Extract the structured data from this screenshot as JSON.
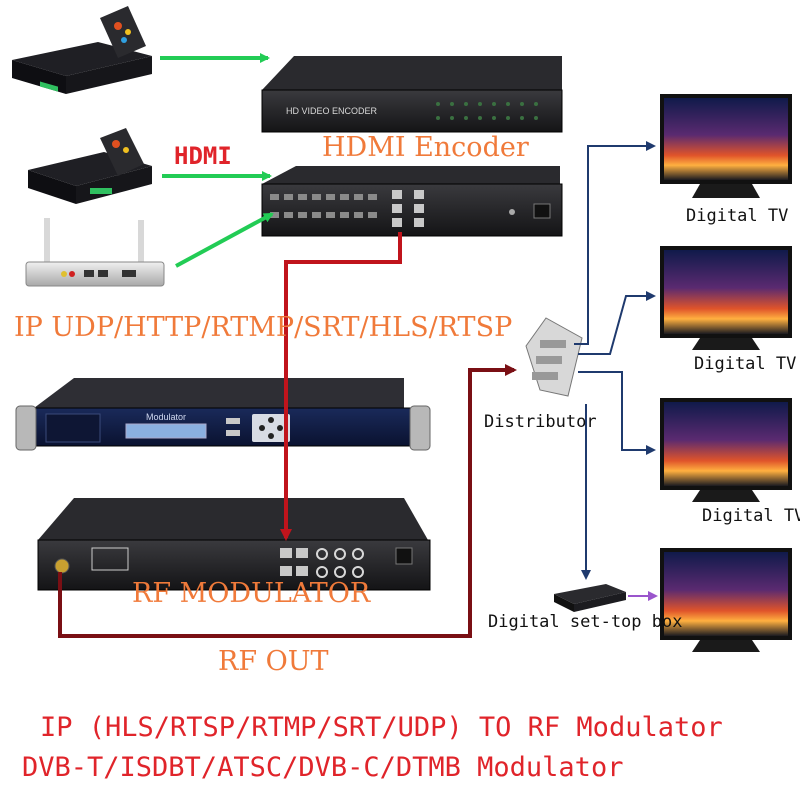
{
  "labels": {
    "hdmi": "HDMI",
    "hdmi_encoder": "HDMI Encoder",
    "ip_protocols": "IP UDP/HTTP/RTMP/SRT/HLS/RTSP",
    "rf_modulator": "RF MODULATOR",
    "rf_out": "RF OUT",
    "distributor": "Distributor",
    "digital_tv": "Digital TV",
    "set_top_box": "Digital set-top box",
    "footer_line1": "IP (HLS/RTSP/RTMP/SRT/UDP) TO RF Modulator",
    "footer_line2": "DVB-T/ISDBT/ATSC/DVB-C/DTMB Modulator"
  },
  "devices": {
    "encoder_front_label": "HD VIDEO ENCODER",
    "modulator_front_label": "Modulator"
  },
  "colors": {
    "green_arrow": "#22cc55",
    "red_line": "#c0141c",
    "dark_red_line": "#7a0f14",
    "navy_line": "#1f3a6e",
    "purple_arrow": "#9a55cc",
    "orange_text": "#f07a3a"
  }
}
